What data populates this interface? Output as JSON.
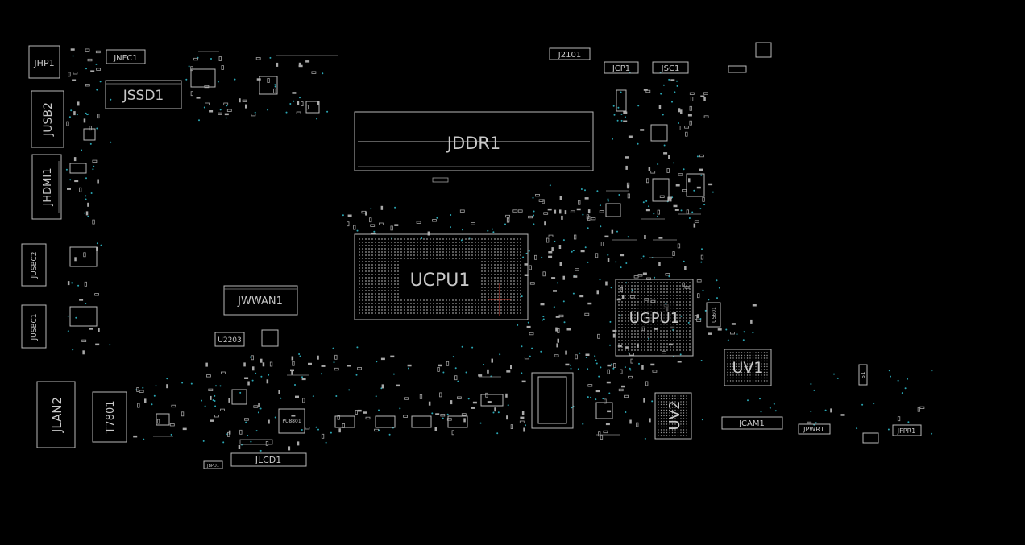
{
  "diagram": {
    "components": [
      {
        "id": "jhp1",
        "label": "JHP1"
      },
      {
        "id": "jnfc1",
        "label": "JNFC1"
      },
      {
        "id": "jssd1",
        "label": "JSSD1"
      },
      {
        "id": "jusb2",
        "label": "JUSB2"
      },
      {
        "id": "jhdmi1",
        "label": "JHDMI1"
      },
      {
        "id": "jusbc2",
        "label": "JUSBC2"
      },
      {
        "id": "jusbc1",
        "label": "JUSBC1"
      },
      {
        "id": "jlan2",
        "label": "JLAN2"
      },
      {
        "id": "t7801",
        "label": "T7801"
      },
      {
        "id": "jddr1",
        "label": "JDDR1"
      },
      {
        "id": "j2101",
        "label": "J2101"
      },
      {
        "id": "jcp1",
        "label": "JCP1"
      },
      {
        "id": "jsc1",
        "label": "JSC1"
      },
      {
        "id": "ucpu1",
        "label": "UCPU1"
      },
      {
        "id": "ugpu1",
        "label": "UGPU1"
      },
      {
        "id": "jwwan1",
        "label": "JWWAN1"
      },
      {
        "id": "u2203",
        "label": "U2203"
      },
      {
        "id": "jlcd1",
        "label": "JLCD1"
      },
      {
        "id": "jbpd1",
        "label": "JBPD1"
      },
      {
        "id": "pu8801",
        "label": "PU8801"
      },
      {
        "id": "uv1",
        "label": "UV1"
      },
      {
        "id": "uv2",
        "label": "UV2"
      },
      {
        "id": "jcam1",
        "label": "JCAM1"
      },
      {
        "id": "jpwr1",
        "label": "JPWR1"
      },
      {
        "id": "jfpr1",
        "label": "JFPR1"
      },
      {
        "id": "s1",
        "label": "S1"
      },
      {
        "id": "u5601",
        "label": "U5601"
      }
    ]
  }
}
